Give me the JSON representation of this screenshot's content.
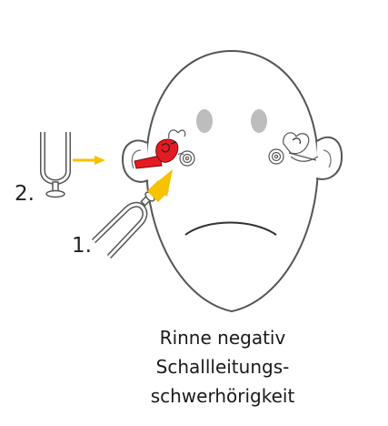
{
  "steps": {
    "step1_label": "1.",
    "step2_label": "2."
  },
  "caption": {
    "line1": "Rinne negativ",
    "line2": "Schallleitungs-",
    "line3": "schwerhörigkeit"
  },
  "colors": {
    "outline": "#555555",
    "eyes": "#bdbdbd",
    "arrow": "#f7c200",
    "affected_ear": "#e31b23",
    "text": "#1a1a1a"
  },
  "icons": {
    "tuning_fork": "tuning-fork-icon",
    "arrow": "arrow-icon",
    "ear": "ear-icon",
    "cochlea": "cochlea-icon"
  }
}
